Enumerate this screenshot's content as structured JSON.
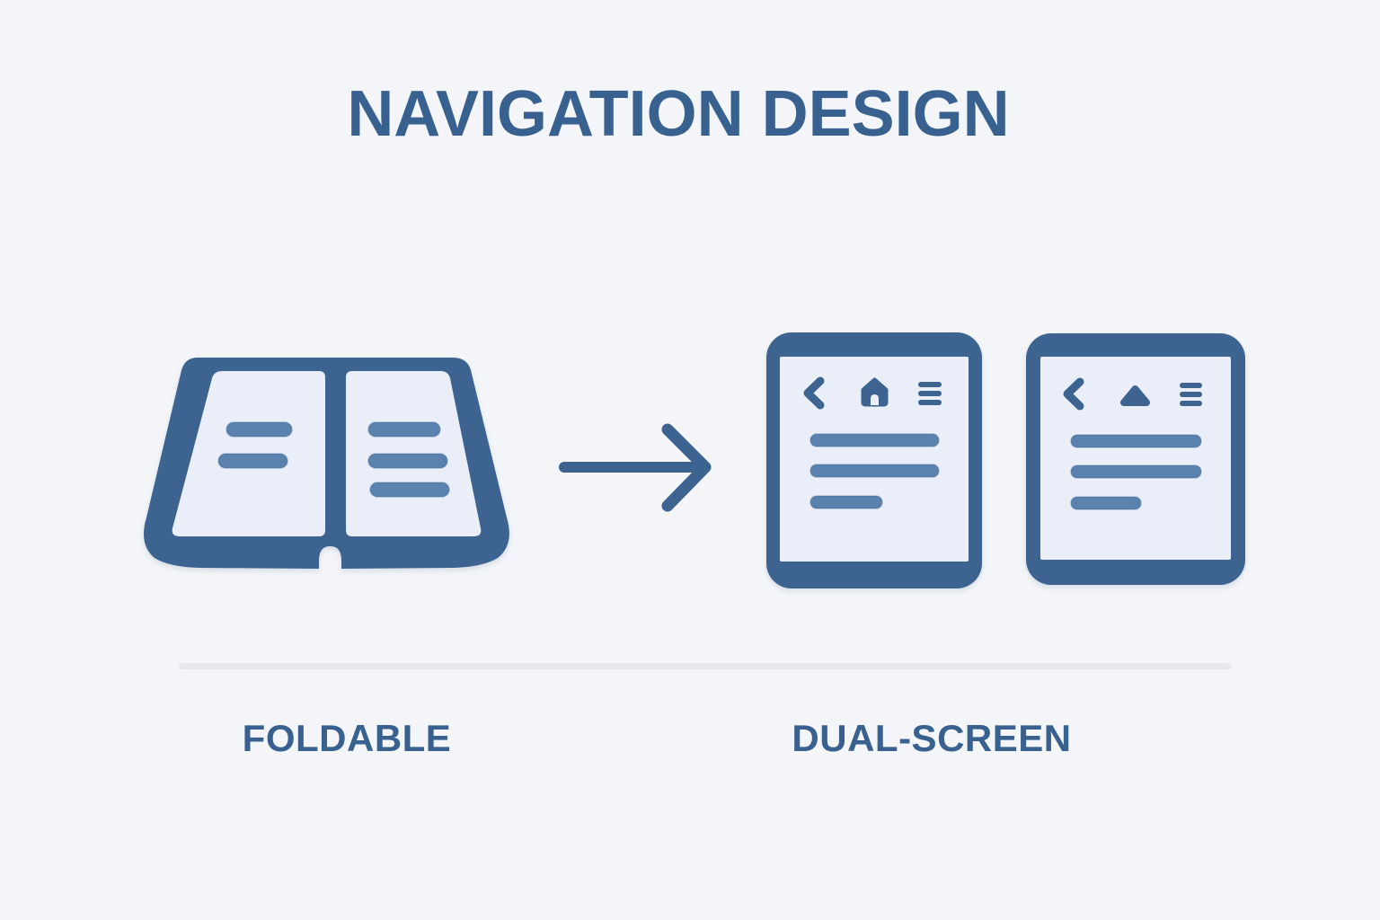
{
  "title": "NAVIGATION DESIGN",
  "section_labels": {
    "foldable": "FOLDABLE",
    "dual_screen": "DUAL-SCREEN"
  },
  "devices": {
    "foldable": {
      "name": "open foldable device",
      "left_panel_text_lines": 2,
      "right_panel_text_lines": 3
    },
    "dual_screen": {
      "left_tablet": {
        "nav_icons": [
          "back-chevron-icon",
          "home-icon",
          "menu-icon"
        ],
        "content_lines": 3,
        "content_line_widths": [
          "long",
          "long",
          "short"
        ]
      },
      "right_tablet": {
        "nav_icons": [
          "back-chevron-icon",
          "up-triangle-icon",
          "menu-icon"
        ],
        "content_lines": 3,
        "content_line_widths": [
          "long",
          "long",
          "short"
        ]
      }
    }
  },
  "arrow": {
    "direction": "right"
  },
  "colors": {
    "bg": "#f3f5f8",
    "primary": "#3d6390",
    "text": "#38618f",
    "bars": "#5b82ae",
    "screen": "#e9eef8",
    "divider": "#e6e8ec"
  }
}
